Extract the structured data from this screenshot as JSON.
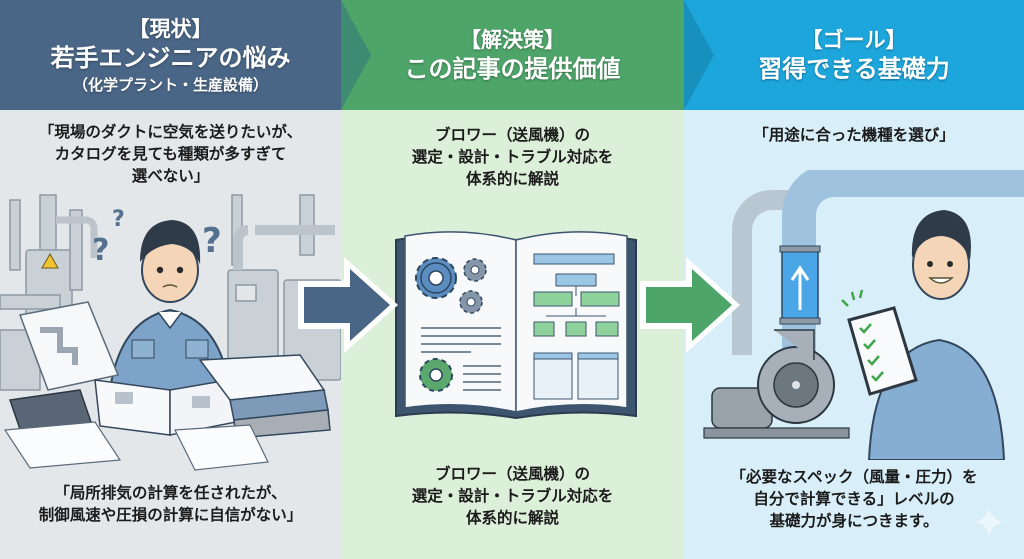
{
  "columns": [
    {
      "id": "current",
      "tag": "【現状】",
      "title": "若手エンジニアの悩み",
      "subtitle": "（化学プラント・生産設備）",
      "color": "#4a6686",
      "quote_top": [
        "「現場のダクトに空気を送りたいが、",
        "カタログを見ても種類が多すぎて",
        "選べない」"
      ],
      "quote_bottom": [
        "「局所排気の計算を任されたが、",
        "制御風速や圧損の計算に自信がない」"
      ],
      "illustration": "confused-engineer-with-catalogs"
    },
    {
      "id": "solution",
      "tag": "【解決策】",
      "title": "この記事の提供価値",
      "color": "#4ea56a",
      "quote_top": [
        "ブロワー（送風機）の",
        "選定・設計・トラブル対応を",
        "体系的に解説"
      ],
      "quote_bottom": [
        "ブロワー（送風機）の",
        "選定・設計・トラブル対応を",
        "体系的に解説"
      ],
      "illustration": "open-book-with-gears-and-flowchart"
    },
    {
      "id": "goal",
      "tag": "【ゴール】",
      "title": "習得できる基礎力",
      "color": "#1da6dc",
      "quote_top": [
        "「用途に合った機種を選び」"
      ],
      "quote_bottom": [
        "「必要なスペック（風量・圧力）を",
        "自分で計算できる」レベルの",
        "基礎力が身につきます。"
      ],
      "illustration": "confident-engineer-with-blower-and-checklist"
    }
  ],
  "arrows": [
    {
      "from": "current",
      "to": "solution",
      "color": "#4a6686"
    },
    {
      "from": "solution",
      "to": "goal",
      "color": "#4ea56a"
    }
  ]
}
